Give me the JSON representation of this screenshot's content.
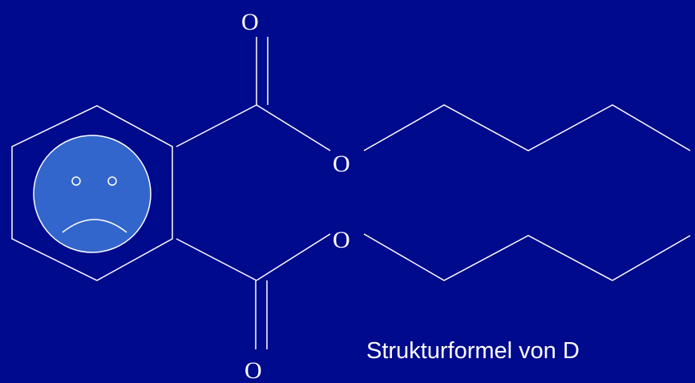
{
  "colors": {
    "background": "#000a8c",
    "lines": "#ffffff",
    "face_fill": "#3366cc"
  },
  "atoms": {
    "top_carbonyl_oxygen": "O",
    "upper_ester_oxygen": "O",
    "lower_ester_oxygen": "O",
    "bottom_carbonyl_oxygen": "O"
  },
  "face": {
    "icon": "sad-face-icon",
    "expression": "sad"
  },
  "caption": "Strukturformel von D"
}
